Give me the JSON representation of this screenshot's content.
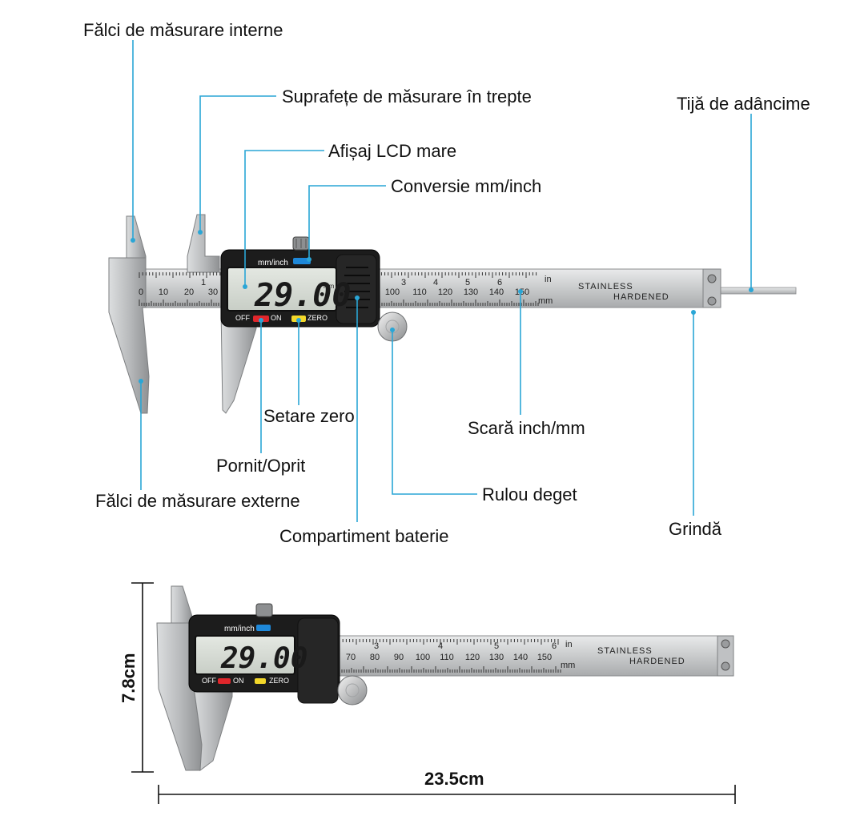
{
  "labels": {
    "inner_jaws": "Fălci de măsurare interne",
    "step_surfaces": "Suprafețe de măsurare în trepte",
    "lcd_display": "Afișaj LCD mare",
    "unit_conversion": "Conversie mm/inch",
    "depth_rod": "Tijă de adâncime",
    "zero_setting": "Setare zero",
    "scale": "Scară inch/mm",
    "power": "Pornit/Oprit",
    "thumb_roller": "Rulou deget",
    "outer_jaws": "Fălci de măsurare externe",
    "beam": "Grindă",
    "battery": "Compartiment baterie"
  },
  "device": {
    "reading": "29.00",
    "reading_unit": "mm",
    "unit_button": "mm/inch",
    "off_label": "OFF",
    "on_label": "ON",
    "zero_label": "ZERO",
    "brand_line1": "STAINLESS",
    "brand_line2": "HARDENED",
    "scale_unit_inch": "in",
    "scale_unit_mm": "mm",
    "top_mm_ticks": [
      "0",
      "10",
      "20",
      "30",
      "100",
      "110",
      "120",
      "130",
      "140",
      "150"
    ],
    "top_inch_ticks": [
      "1",
      "3",
      "4",
      "5",
      "6"
    ],
    "bottom_mm_ticks": [
      "70",
      "80",
      "90",
      "100",
      "110",
      "120",
      "130",
      "140",
      "150"
    ],
    "bottom_inch_ticks": [
      "3",
      "4",
      "5",
      "6"
    ]
  },
  "dimensions": {
    "height": "7.8cm",
    "width": "23.5cm"
  },
  "colors": {
    "leader": "#2aa6d6",
    "lcd_bg": "#d8ddd6",
    "body": "#1c1c1c",
    "steel": "#cfd1d2"
  }
}
